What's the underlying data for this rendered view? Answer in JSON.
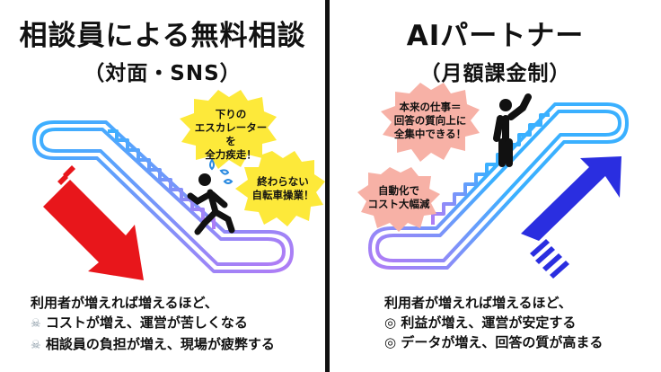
{
  "left": {
    "title": "相談員による無料相談",
    "subtitle": "（対面・SNS）",
    "bubble1": [
      "下りの",
      "エスカレーターを",
      "全力疾走！"
    ],
    "bubble2": [
      "終わらない",
      "自転車操業！"
    ],
    "intro": "利用者が増えれば増えるほど、",
    "points": [
      {
        "icon": "☠",
        "text": "コストが増え、運営が苦しくなる"
      },
      {
        "icon": "☠",
        "text": "相談員の負担が増え、現場が疲弊する"
      }
    ]
  },
  "right": {
    "title": "AIパートナー",
    "subtitle": "（月額課金制）",
    "bubble1": [
      "本来の仕事＝",
      "回答の質向上に",
      "全集中できる！"
    ],
    "bubble2": [
      "自動化で",
      "コスト大幅減"
    ],
    "intro": "利用者が増えれば増えるほど、",
    "points": [
      {
        "icon": "◎",
        "text": "利益が増え、運営が安定する"
      },
      {
        "icon": "◎",
        "text": "データが増え、回答の質が高まる"
      }
    ]
  },
  "colors": {
    "down_arrow": "#e8161b",
    "up_arrow": "#2a2ee0",
    "bubble_yellow": "#fde93a",
    "bubble_pink": "#f7b1a6",
    "escalator_start": "#3ab0ff",
    "escalator_end": "#b07cf5"
  }
}
